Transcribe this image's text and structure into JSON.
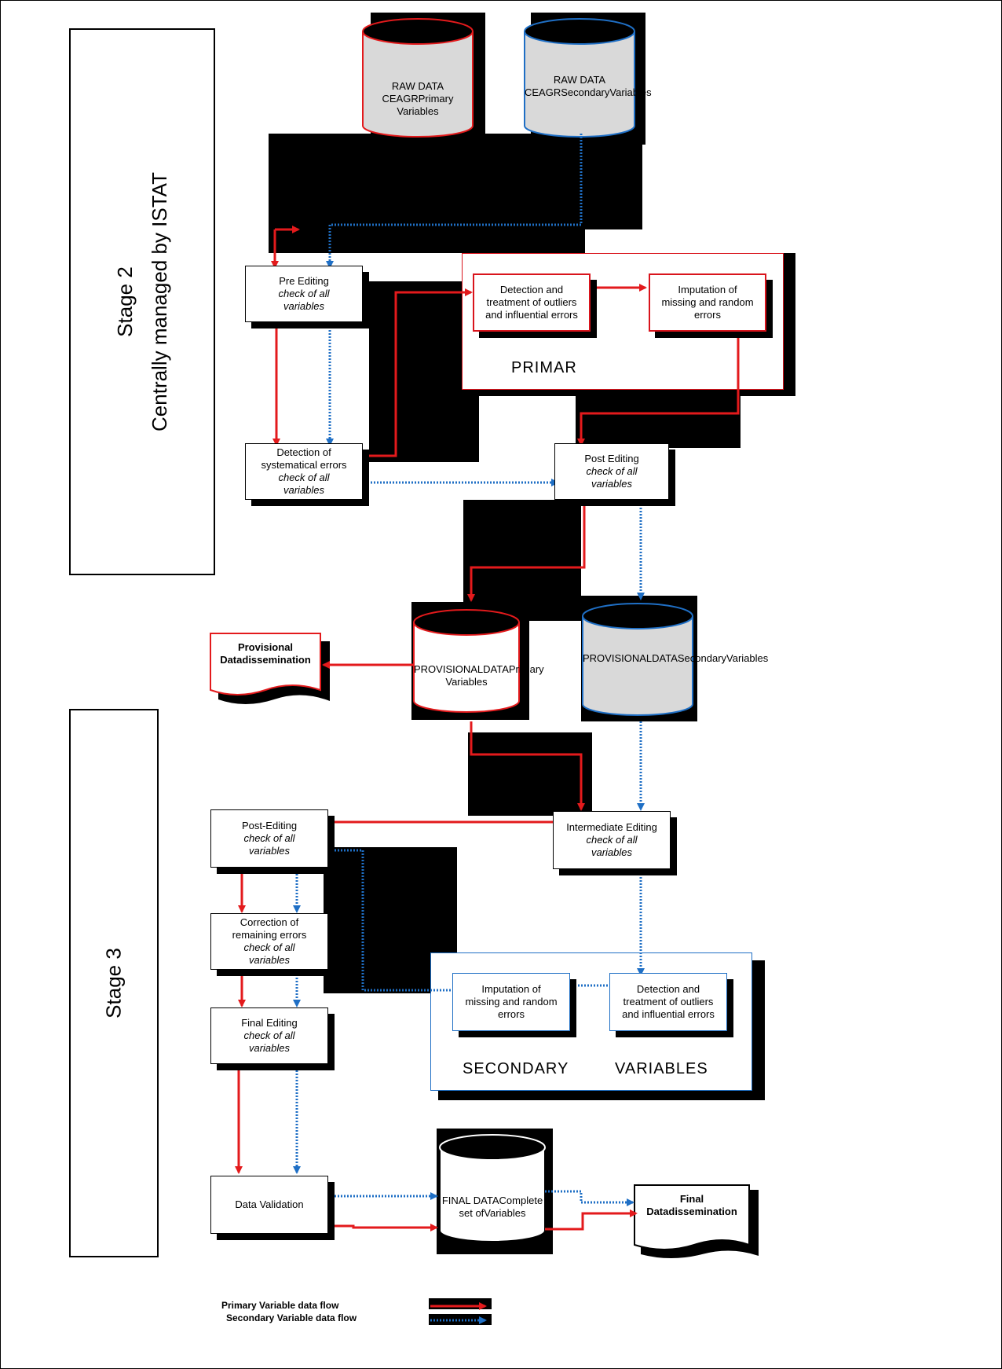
{
  "stages": {
    "stage2": {
      "title": "Stage 2",
      "subtitle": "Centrally managed by ISTAT"
    },
    "stage3": {
      "title": "Stage 3"
    }
  },
  "databases": {
    "raw_primary": [
      "RAW DATA CEAGR",
      "Primary Variables"
    ],
    "raw_secondary": [
      "RAW DATA CEAGR",
      "Secondary",
      "Variables"
    ],
    "prov_primary": [
      "PROVISIONAL",
      "DATA",
      "Primary Variables"
    ],
    "prov_secondary": [
      "PROVISIONAL",
      "DATA",
      "Secondary",
      "Variables"
    ],
    "final": [
      "FINAL DATA",
      "Complete set of",
      "Variables"
    ]
  },
  "steps": {
    "pre_editing": {
      "title": "Pre Editing",
      "sub": [
        "check of all",
        "variables"
      ]
    },
    "systematic": {
      "title": [
        "Detection of",
        "systematical errors"
      ],
      "sub": [
        "check of all",
        "variables"
      ]
    },
    "detect_outliers_primary": [
      "Detection and",
      "treatment of outliers",
      "and influential errors"
    ],
    "imputation_primary": [
      "Imputation of",
      "missing and random",
      "errors"
    ],
    "post_editing_s2": {
      "title": "Post Editing",
      "sub": [
        "check of all",
        "variables"
      ]
    },
    "intermediate": {
      "title": "Intermediate Editing",
      "sub": [
        "check of all",
        "variables"
      ]
    },
    "post_editing_s3": {
      "title": "Post-Editing",
      "sub": [
        "check of all",
        "variables"
      ]
    },
    "correction": {
      "title": [
        "Correction of",
        "remaining errors"
      ],
      "sub": [
        "check of all",
        "variables"
      ]
    },
    "final_editing": {
      "title": "Final Editing",
      "sub": [
        "check of all",
        "variables"
      ]
    },
    "imputation_secondary": [
      "Imputation of",
      "missing and random",
      "errors"
    ],
    "detect_outliers_secondary": [
      "Detection and",
      "treatment of outliers",
      "and influential errors"
    ],
    "validation": "Data Validation"
  },
  "groups": {
    "primary": "PRIMAR",
    "secondary_left": "SECONDARY",
    "secondary_right": "VARIABLES"
  },
  "outputs": {
    "provisional": [
      "Provisional Data",
      "dissemination"
    ],
    "final": [
      "Final Data",
      "dissemination"
    ]
  },
  "legend": {
    "primary": "Primary Variable data flow",
    "secondary": "Secondary Variable data flow"
  },
  "colors": {
    "primary_flow": "#e31a1c",
    "secondary_flow": "#1f6fc5",
    "cylinder_fill": "#d9d9d9",
    "shadow": "#000000"
  }
}
